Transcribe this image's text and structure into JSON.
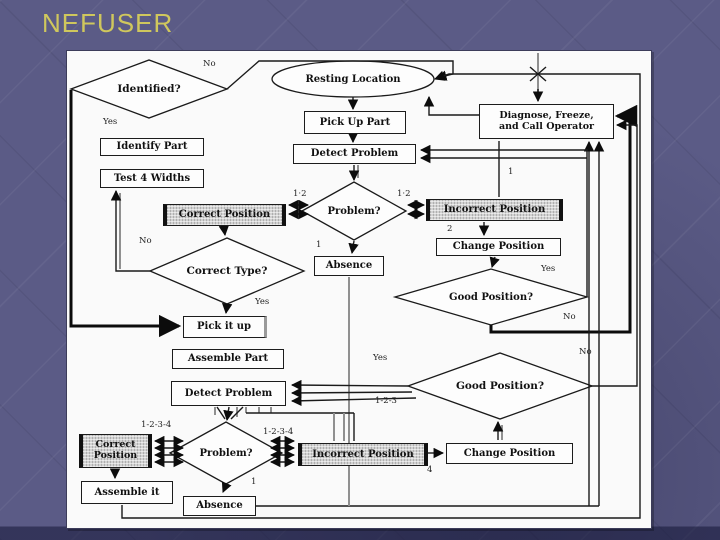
{
  "slide": {
    "title": "NEFUSER",
    "title_color": "#cfc75d",
    "background_color": "#5b5b86",
    "panel_color": "#fafafa"
  },
  "flowchart": {
    "nodes": [
      {
        "id": "identified",
        "type": "diamond",
        "label": "Identified?"
      },
      {
        "id": "resting-location",
        "type": "oval",
        "label": "Resting Location"
      },
      {
        "id": "diagnose-freeze-call-operator",
        "type": "rect",
        "label": "Diagnose, Freeze,\nand Call Operator"
      },
      {
        "id": "pick-up-part",
        "type": "rect",
        "label": "Pick Up Part"
      },
      {
        "id": "identify-part",
        "type": "rect",
        "label": "Identify Part"
      },
      {
        "id": "detect-problem-1",
        "type": "rect",
        "label": "Detect Problem"
      },
      {
        "id": "test-4-widths",
        "type": "rect",
        "label": "Test 4 Widths"
      },
      {
        "id": "correct-position-1",
        "type": "rect-shaded",
        "label": "Correct Position"
      },
      {
        "id": "problem-1",
        "type": "diamond",
        "label": "Problem?"
      },
      {
        "id": "incorrect-position-1",
        "type": "rect-shaded",
        "label": "Incorrect Position"
      },
      {
        "id": "change-position-1",
        "type": "rect",
        "label": "Change Position"
      },
      {
        "id": "correct-type",
        "type": "diamond",
        "label": "Correct Type?"
      },
      {
        "id": "absence-1",
        "type": "rect",
        "label": "Absence"
      },
      {
        "id": "good-position-1",
        "type": "diamond",
        "label": "Good Position?"
      },
      {
        "id": "pick-it-up",
        "type": "rect",
        "label": "Pick it up"
      },
      {
        "id": "assemble-part",
        "type": "rect",
        "label": "Assemble Part"
      },
      {
        "id": "detect-problem-2",
        "type": "rect",
        "label": "Detect Problem"
      },
      {
        "id": "good-position-2",
        "type": "diamond",
        "label": "Good Position?"
      },
      {
        "id": "correct-position-2",
        "type": "rect-shaded",
        "label": "Correct\nPosition"
      },
      {
        "id": "problem-2",
        "type": "diamond",
        "label": "Problem?"
      },
      {
        "id": "incorrect-position-2",
        "type": "rect-shaded",
        "label": "Incorrect Position"
      },
      {
        "id": "change-position-2",
        "type": "rect",
        "label": "Change Position"
      },
      {
        "id": "assemble-it",
        "type": "rect",
        "label": "Assemble it"
      },
      {
        "id": "absence-2",
        "type": "rect",
        "label": "Absence"
      }
    ],
    "edge_labels": [
      {
        "id": "no-identified",
        "text": "No"
      },
      {
        "id": "yes-identified",
        "text": "Yes"
      },
      {
        "id": "one-diagnose",
        "text": "1"
      },
      {
        "id": "l12-left",
        "text": "1·2"
      },
      {
        "id": "l12-right",
        "text": "1·2"
      },
      {
        "id": "two-incorrect",
        "text": "2"
      },
      {
        "id": "no-correct-type",
        "text": "No"
      },
      {
        "id": "one-absence-1",
        "text": "1"
      },
      {
        "id": "yes-good-1",
        "text": "Yes"
      },
      {
        "id": "yes-correct-type",
        "text": "Yes"
      },
      {
        "id": "no-good-1",
        "text": "No"
      },
      {
        "id": "yes-good-2",
        "text": "Yes"
      },
      {
        "id": "no-good-2",
        "text": "No"
      },
      {
        "id": "l123",
        "text": "1-2-3"
      },
      {
        "id": "l1234-left",
        "text": "1-2-3-4"
      },
      {
        "id": "l1234-right",
        "text": "1-2-3-4"
      },
      {
        "id": "one-absence-2",
        "text": "1"
      },
      {
        "id": "four-change",
        "text": "4"
      }
    ]
  }
}
